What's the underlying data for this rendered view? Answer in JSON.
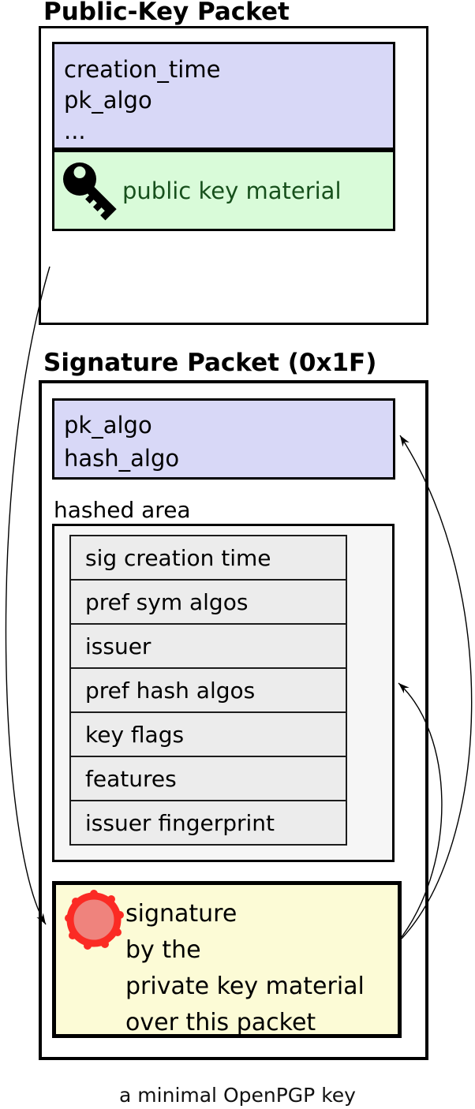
{
  "diagram": {
    "caption": "a minimal OpenPGP key",
    "public_key_packet": {
      "title": "Public-Key Packet",
      "header_fields": [
        "creation_time",
        "pk_algo",
        "..."
      ],
      "key_material": {
        "icon": "key-icon",
        "label": "public key material"
      }
    },
    "signature_packet": {
      "title": "Signature Packet (0x1F)",
      "header_fields": [
        "pk_algo",
        "hash_algo"
      ],
      "hashed_area": {
        "label": "hashed area",
        "subpackets": [
          "sig creation time",
          "pref sym algos",
          "issuer",
          "pref hash algos",
          "key flags",
          "features",
          "issuer fingerprint"
        ]
      },
      "signature": {
        "icon": "seal-icon",
        "lines": [
          "signature",
          "by the",
          "private key material",
          "over this packet"
        ]
      }
    },
    "arrows": {
      "left_arrow_target": "signature box",
      "right_arrow_targets": [
        "pk_algo / hash_algo header",
        "hashed area"
      ]
    },
    "colors": {
      "header_fill": "#d8d8f7",
      "key_material_fill": "#d9fbd9",
      "key_material_text": "#17501c",
      "hashed_area_fill": "#f6f6f6",
      "subpacket_fill": "#ececec",
      "signature_fill": "#fcfbd6",
      "seal_ring": "#fb2b24",
      "seal_fill": "#ef837d",
      "border": "#000000"
    }
  }
}
